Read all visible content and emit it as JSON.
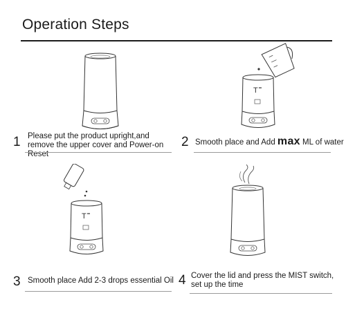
{
  "header": {
    "title": "Operation Steps"
  },
  "steps": [
    {
      "number": "1",
      "text": "Please put the product upright,and remove the upper cover and Power-on Reset"
    },
    {
      "number": "2",
      "text_before": "Smooth place and Add ",
      "text_emphasis": "max",
      "text_after": " ML of water"
    },
    {
      "number": "3",
      "text": "Smooth place Add 2-3 drops essential Oil"
    },
    {
      "number": "4",
      "text": "Cover the lid and press the MIST switch, set up the time"
    }
  ]
}
